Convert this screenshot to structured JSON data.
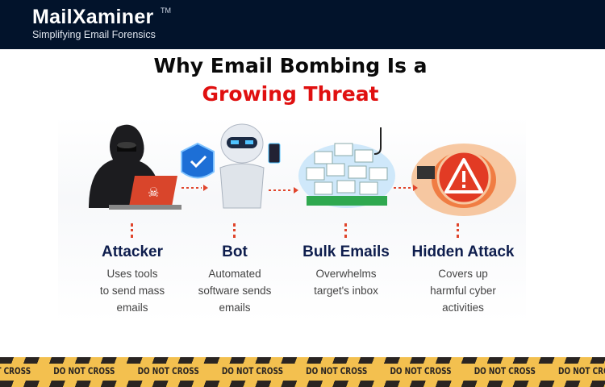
{
  "header": {
    "logo_text": "MailXaminer",
    "trademark": "TM",
    "tagline": "Simplifying Email Forensics",
    "bg": "#02132b"
  },
  "title": {
    "line1": "Why Email Bombing Is a",
    "line2": "Growing Threat",
    "accent": "#e01010"
  },
  "steps": [
    {
      "title": "Attacker",
      "desc": [
        "Uses tools",
        "to send mass",
        "emails"
      ],
      "icon": "hacker-laptop-icon"
    },
    {
      "title": "Bot",
      "desc": [
        "Automated",
        "software sends",
        "emails"
      ],
      "icon": "robot-icon"
    },
    {
      "title": "Bulk Emails",
      "desc": [
        "Overwhelms",
        "target's inbox"
      ],
      "icon": "email-pile-icon"
    },
    {
      "title": "Hidden Attack",
      "desc": [
        "Covers up",
        "harmful cyber",
        "activities"
      ],
      "icon": "warning-fire-icon"
    }
  ],
  "tape": {
    "text": "DO NOT CROSS",
    "colors": {
      "yellow": "#f3c04f",
      "black": "#2a2522"
    }
  }
}
